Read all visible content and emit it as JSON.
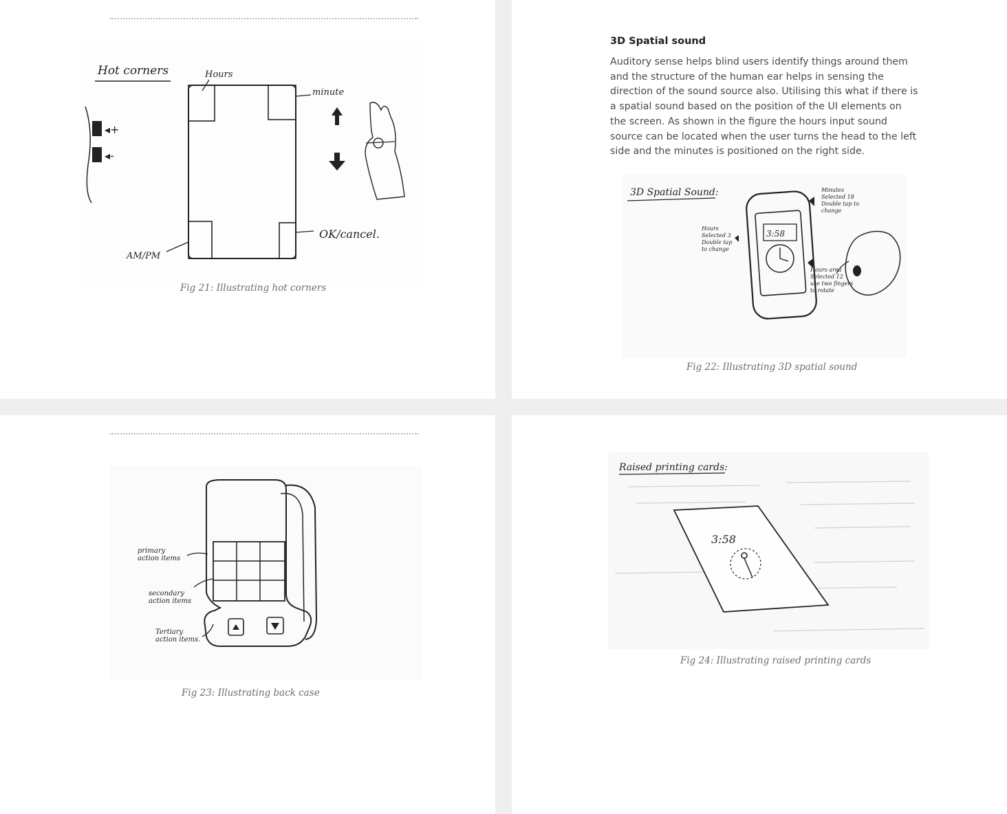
{
  "page1": {
    "caption": "Fig 21: Illustrating hot corners",
    "sketch_labels": {
      "hot_corners": "Hot corners",
      "hours": "Hours",
      "minute": "minute",
      "ok_cancel": "OK/cancel.",
      "am_pm": "AM/PM"
    }
  },
  "page2": {
    "title": "3D Spatial sound",
    "body": "Auditory sense helps blind users identify things around them and the structure of the human ear helps in sensing the direction of the sound source also. Utilising this what if there is a spatial sound based on the position of the UI elements on the screen. As shown in the figure the hours input sound source can be located when the user turns the head to the left side and the minutes is positioned on the right side.",
    "caption": "Fig 22: Illustrating 3D spatial sound",
    "sketch_labels": {
      "heading": "3D Spatial Sound:",
      "time": "3:58",
      "hours_note": "Hours Selected 3 Double tap to change",
      "minutes_note": "Minutes Selected 18 Double tap to change",
      "hours_area": "Hours area Selected 12 use two fingers to rotate"
    }
  },
  "page3": {
    "caption": "Fig 23: Illustrating back case",
    "sketch_labels": {
      "primary": "primary action items",
      "secondary": "secondary action items",
      "tertiary": "Tertiary action items."
    }
  },
  "page4": {
    "caption": "Fig 24: Illustrating raised printing cards",
    "sketch_labels": {
      "heading": "Raised printing cards:",
      "time": "3:58"
    }
  }
}
